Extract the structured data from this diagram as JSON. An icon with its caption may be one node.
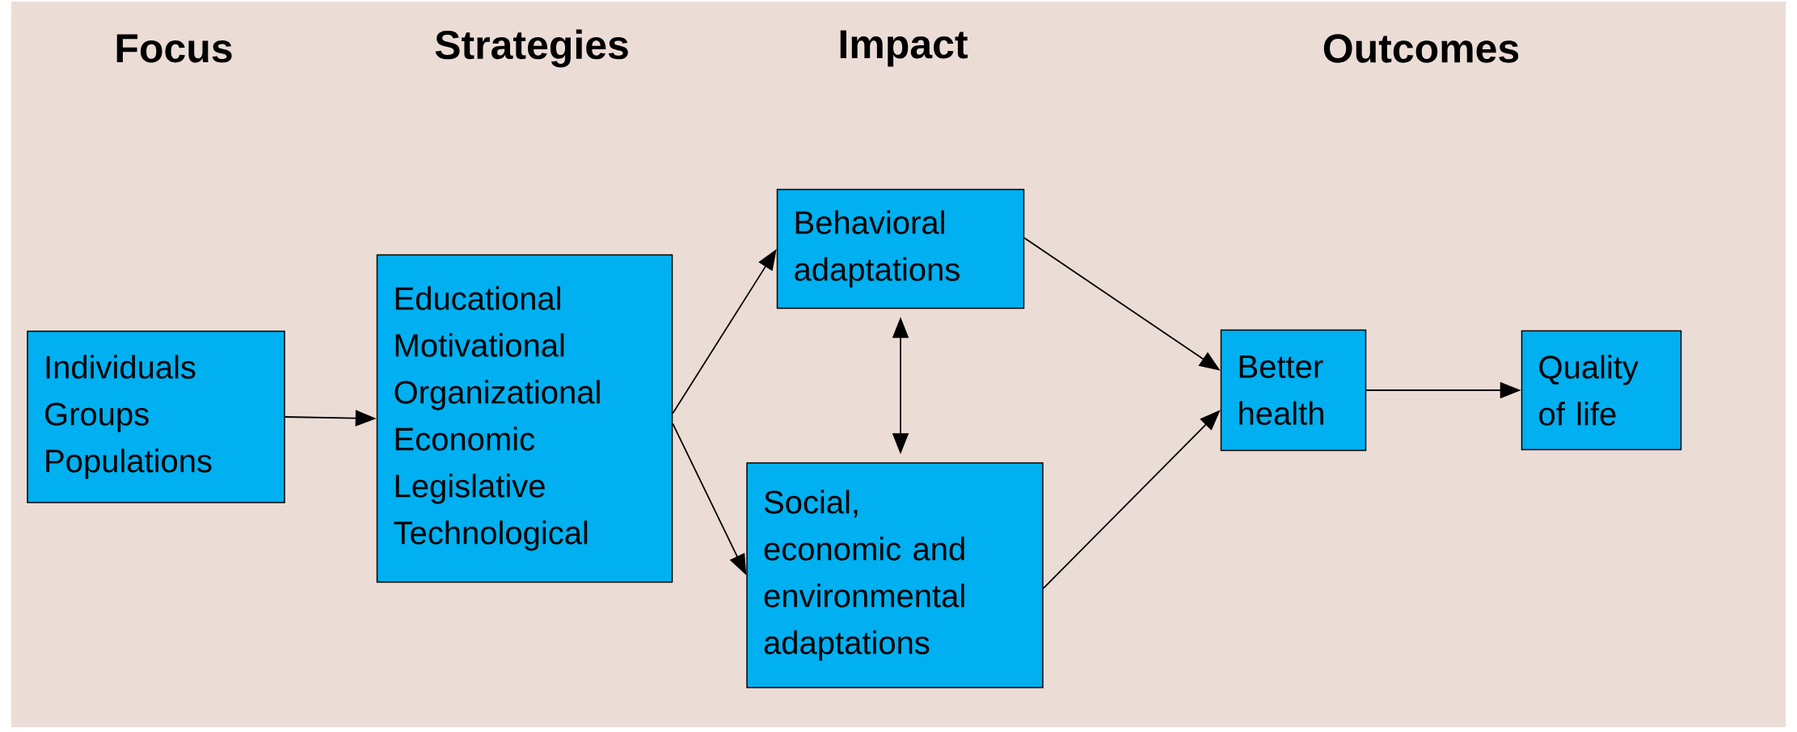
{
  "diagram": {
    "nodes": [
      {
        "text": [
          "Individuals",
          "Groups",
          "Populations"
        ]
      },
      {
        "text": [
          "Educational",
          "Motivational",
          "Organizational",
          "Economic",
          "Legislative",
          "Technological"
        ]
      },
      {
        "text": [
          "Behavioral adaptations"
        ]
      },
      {
        "text": [
          "Social, economic and environmental adaptations"
        ]
      },
      {
        "text": [
          "Better health"
        ]
      },
      {
        "text": [
          "Quality of life"
        ]
      }
    ],
    "edges": [
      {
        "from": 0,
        "to": 1,
        "arrow": "to"
      },
      {
        "from": 1,
        "to": 2,
        "arrow": "to"
      },
      {
        "from": 1,
        "to": 3,
        "arrow": "to"
      },
      {
        "from": 2,
        "to": 3,
        "arrow": "both"
      },
      {
        "from": 2,
        "to": 4,
        "arrow": "to"
      },
      {
        "from": 3,
        "to": 4,
        "arrow": "to"
      },
      {
        "from": 4,
        "to": 5,
        "arrow": "to"
      }
    ],
    "labels": [
      "Focus",
      "Strategies",
      "Impact",
      "Outcomes"
    ]
  }
}
